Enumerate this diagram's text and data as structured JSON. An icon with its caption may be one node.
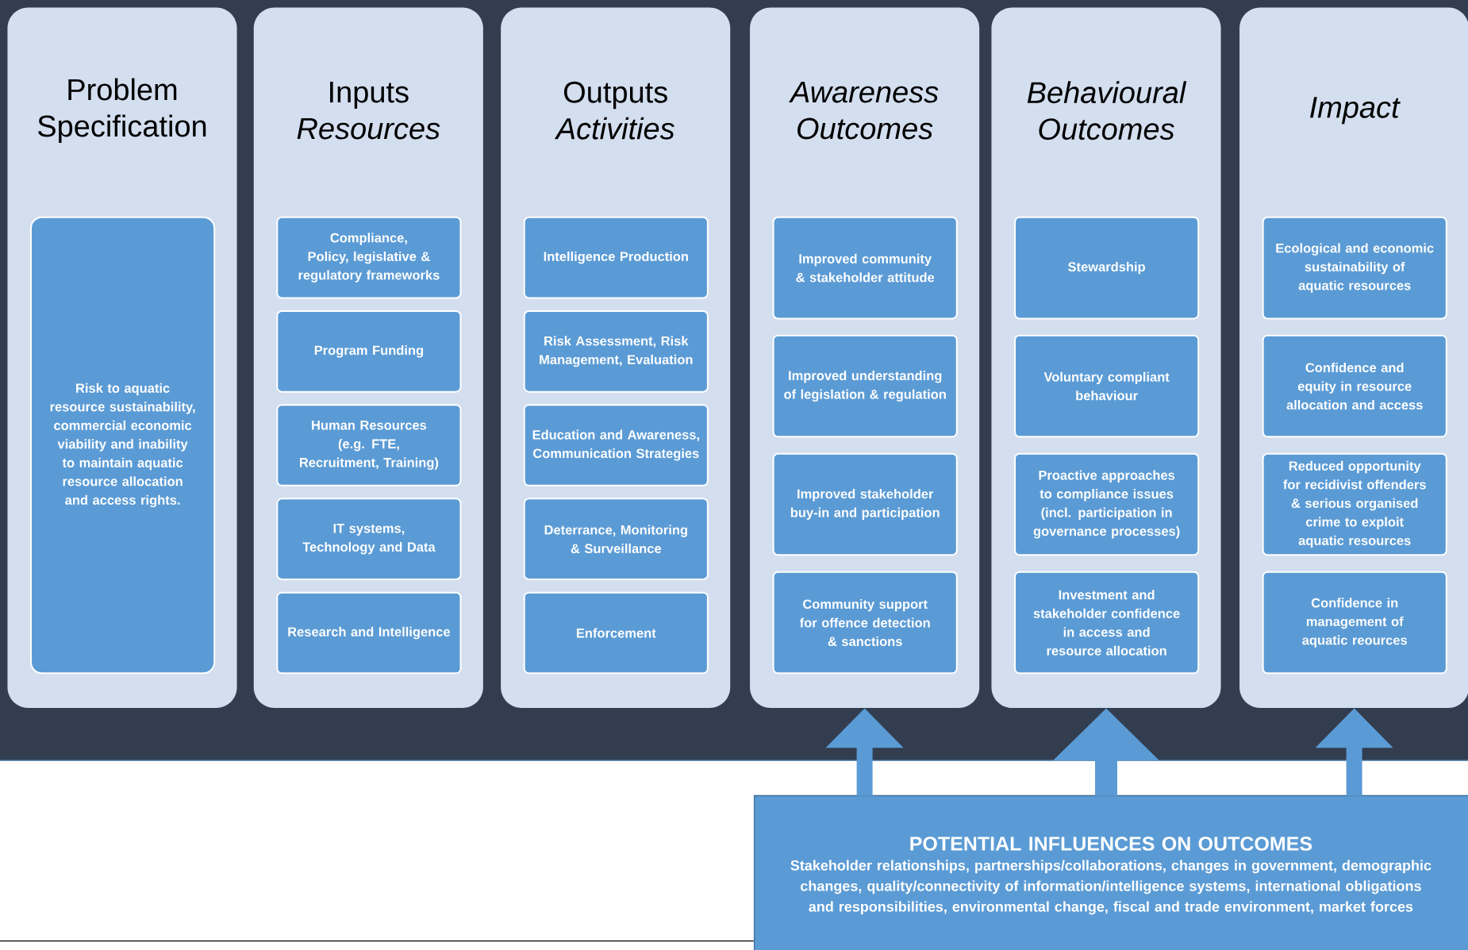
{
  "diagram": {
    "nodes": [
      {
        "text": [
          "Problem Specification"
        ]
      },
      {
        "text": [
          "Risk to aquatic resource sustainability, commercial economic viability and inability to maintain aquatic resource allocation and access rights."
        ],
        "in": 0
      },
      {
        "text": [
          "Inputs *Resources*"
        ]
      },
      {
        "text": [
          "Compliance, Policy, legislative & regulatory frameworks"
        ],
        "in": 2
      },
      {
        "text": [
          "Program Funding"
        ],
        "in": 2
      },
      {
        "text": [
          "Human Resources (e.g. FTE, Recruitment, Training)"
        ],
        "in": 2
      },
      {
        "text": [
          "IT systems, Technology and Data"
        ],
        "in": 2
      },
      {
        "text": [
          "Research and Intelligence"
        ],
        "in": 2
      },
      {
        "text": [
          "Outputs *Activities*"
        ]
      },
      {
        "text": [
          "Intelligence Production"
        ],
        "in": 8
      },
      {
        "text": [
          "Risk Assessment, Risk Management, Evaluation"
        ],
        "in": 8
      },
      {
        "text": [
          "Education and Awareness, Communication Strategies"
        ],
        "in": 8
      },
      {
        "text": [
          "Deterrance, Monitoring & Surveillance"
        ],
        "in": 8
      },
      {
        "text": [
          "Enforcement"
        ],
        "in": 8
      },
      {
        "text": [
          "Awareness Outcomes"
        ]
      },
      {
        "text": [
          "Improved community & stakeholder attitude"
        ],
        "in": 14
      },
      {
        "text": [
          "Improved understanding of legislation & regulation"
        ],
        "in": 14
      },
      {
        "text": [
          "Improved stakeholder buy-in and participation"
        ],
        "in": 14
      },
      {
        "text": [
          "Community support for offence detection & sanctions"
        ],
        "in": 14
      },
      {
        "text": [
          "Behavioural Outcomes"
        ]
      },
      {
        "text": [
          "Stewardship"
        ],
        "in": 19
      },
      {
        "text": [
          "Voluntary compliant behaviour"
        ],
        "in": 19
      },
      {
        "text": [
          "Proactive approaches to compliance issues (incl. participation in governance processes)"
        ],
        "in": 19
      },
      {
        "text": [
          "Investment and stakeholder confidence in access and resource allocation"
        ],
        "in": 19
      },
      {
        "text": [
          "Impact"
        ]
      },
      {
        "text": [
          "Ecological and economic sustainability of aquatic resources"
        ],
        "in": 24
      },
      {
        "text": [
          "Confidence and equity in resource allocation and access"
        ],
        "in": 24
      },
      {
        "text": [
          "Reduced opportunity for recidivist offenders & serious organised crime to exploit aquatic resources"
        ],
        "in": 24
      },
      {
        "text": [
          "Confidence in management of aquatic reources"
        ],
        "in": 24
      },
      {
        "text": [
          "POTENTIAL INFLUENCES ON OUTCOMES",
          "Stakeholder relationships, partnerships/collaborations, changes in government, demographic changes, quality/connectivity of information/intelligence systems, international obligations and responsibilities, environmental change, fiscal and trade environment, market forces"
        ]
      }
    ],
    "edges": [
      {
        "from": 29,
        "to": 14,
        "arrow": "to"
      },
      {
        "from": 29,
        "to": 19,
        "arrow": "to"
      },
      {
        "from": 29,
        "to": 24,
        "arrow": "to"
      }
    ]
  }
}
